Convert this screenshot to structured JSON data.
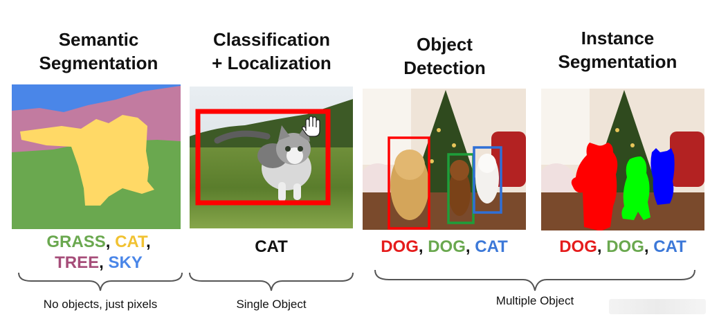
{
  "titles": {
    "semantic": [
      "Semantic",
      "Segmentation"
    ],
    "classification": [
      "Classification",
      "+ Localization"
    ],
    "detection": [
      "Object",
      "Detection"
    ],
    "instance": [
      "Instance",
      "Segmentation"
    ]
  },
  "labels": {
    "semantic": {
      "line1": [
        {
          "text": "GRASS",
          "color": "#6aa84f"
        },
        {
          "text": ", ",
          "color": "#111111"
        },
        {
          "text": "CAT",
          "color": "#f1c232"
        },
        {
          "text": ",",
          "color": "#111111"
        }
      ],
      "line2": [
        {
          "text": "TREE",
          "color": "#a64d79"
        },
        {
          "text": ", ",
          "color": "#111111"
        },
        {
          "text": "SKY",
          "color": "#4a86e8"
        }
      ]
    },
    "classification": [
      {
        "text": "CAT",
        "color": "#111111"
      }
    ],
    "detection": [
      {
        "text": "DOG",
        "color": "#e51c1c"
      },
      {
        "text": ", ",
        "color": "#111111"
      },
      {
        "text": "DOG",
        "color": "#6aa84f"
      },
      {
        "text": ", ",
        "color": "#111111"
      },
      {
        "text": "CAT",
        "color": "#3c78d8"
      }
    ],
    "instance": [
      {
        "text": "DOG",
        "color": "#e51c1c"
      },
      {
        "text": ", ",
        "color": "#111111"
      },
      {
        "text": "DOG",
        "color": "#6aa84f"
      },
      {
        "text": ", ",
        "color": "#111111"
      },
      {
        "text": "CAT",
        "color": "#3c78d8"
      }
    ]
  },
  "captions": {
    "semantic": "No objects, just pixels",
    "classification": "Single Object",
    "multiple": "Multiple Object"
  },
  "colors": {
    "sky": "#4a86e8",
    "tree": "#c27ba0",
    "grass": "#6aa84f",
    "cat": "#ffd966",
    "box_red": "#ff0000",
    "box_green": "#1e9e3a",
    "box_blue": "#2f6fd6",
    "mask_red": "#ff0000",
    "mask_green": "#00ff00",
    "mask_blue": "#0000ff"
  }
}
